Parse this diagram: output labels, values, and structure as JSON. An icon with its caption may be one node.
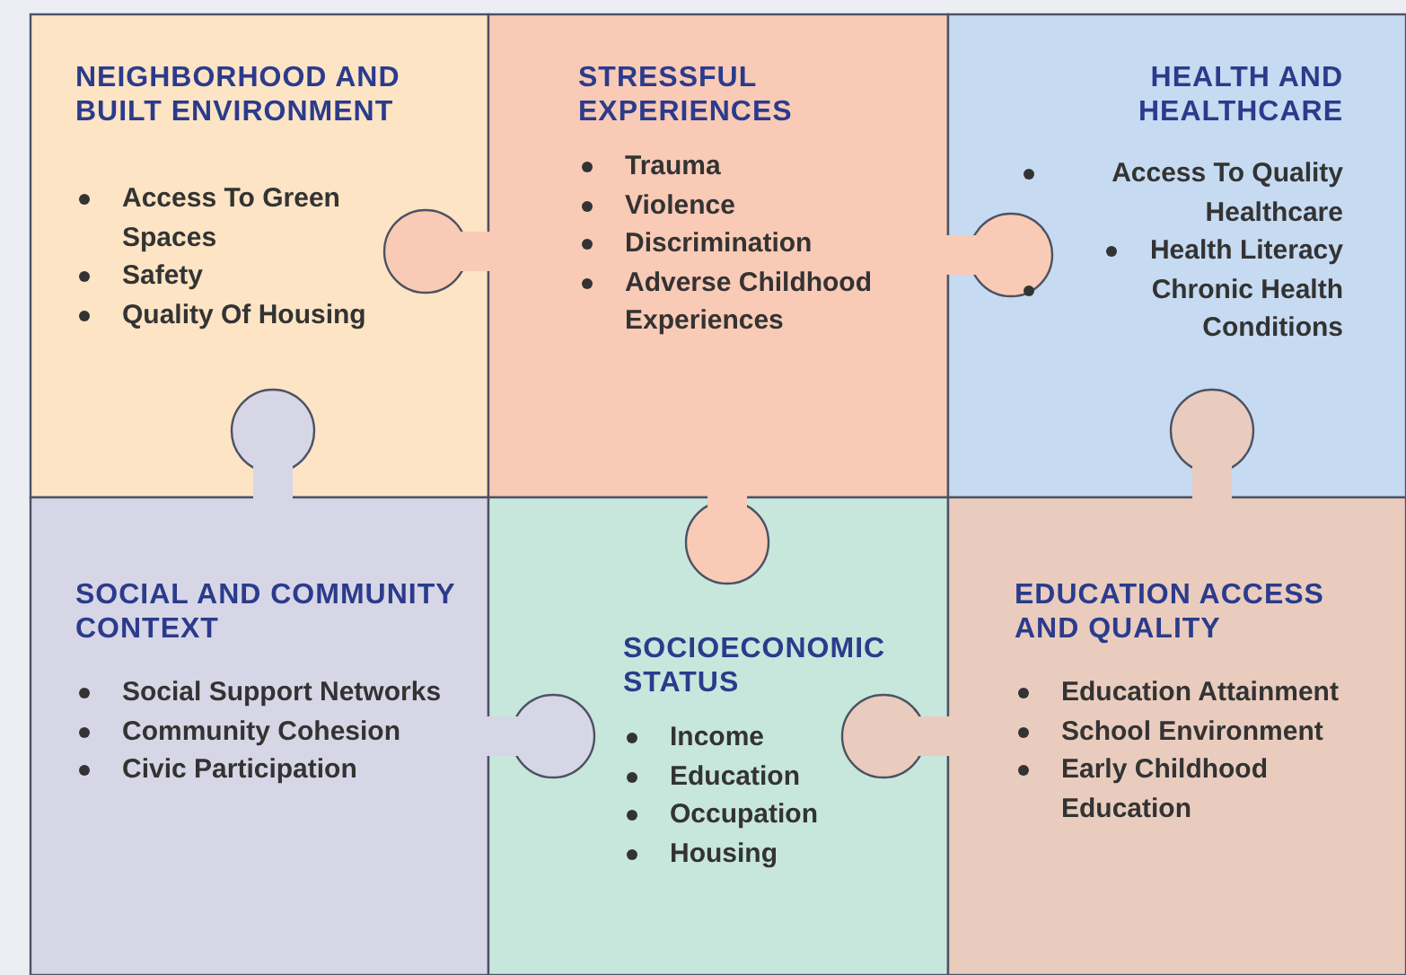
{
  "diagram": {
    "nodes": [
      {
        "text": [
          "NEIGHBORHOOD AND BUILT ENVIRONMENT",
          "Access To Green Spaces",
          "Safety",
          "Quality Of Housing"
        ]
      },
      {
        "text": [
          "STRESSFUL EXPERIENCES",
          "Trauma",
          "Violence",
          "Discrimination",
          "Adverse Childhood Experiences"
        ]
      },
      {
        "text": [
          "HEALTH AND HEALTHCARE",
          "Access To Quality Healthcare",
          "Health Literacy",
          "Chronic Health Conditions"
        ]
      },
      {
        "text": [
          "SOCIAL AND COMMUNITY CONTEXT",
          "Social Support Networks",
          "Community Cohesion",
          "Civic Participation"
        ]
      },
      {
        "text": [
          "SOCIOECONOMIC STATUS",
          "Income",
          "Education",
          "Occupation",
          "Housing"
        ]
      },
      {
        "text": [
          "EDUCATION ACCESS AND QUALITY",
          "Education Attainment",
          "School Environment",
          "Early Childhood Education"
        ]
      }
    ]
  }
}
